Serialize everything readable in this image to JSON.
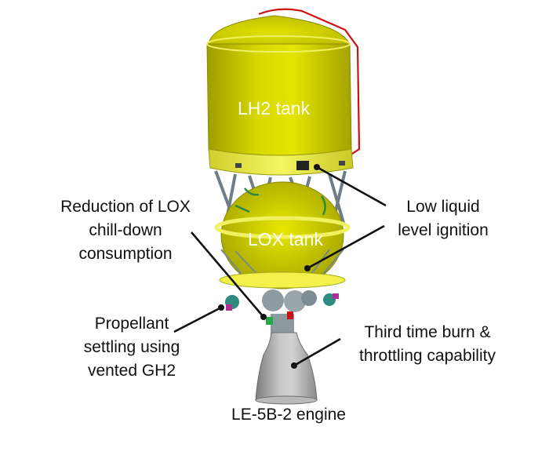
{
  "labels": {
    "lh2_tank": "LH2 tank",
    "lox_tank": "LOX tank",
    "reduction": [
      "Reduction of LOX",
      "chill-down",
      "consumption"
    ],
    "low_liquid": [
      "Low liquid",
      "level ignition"
    ],
    "propellant": [
      "Propellant",
      "settling using",
      "vented GH2"
    ],
    "third_burn": [
      "Third time burn &",
      "throttling capability"
    ],
    "engine": "LE-5B-2 engine"
  },
  "colors": {
    "tank_yellow": "#d4d400",
    "tank_yellow_light": "#e6e600",
    "tank_yellow_dark": "#a8a800",
    "ring_yellow": "#f2f24a",
    "truss_gray": "#6f7e86",
    "nozzle_gray": "#a9a9a9",
    "pipe_red": "#cc1111",
    "valve_teal": "#2e8b80"
  }
}
